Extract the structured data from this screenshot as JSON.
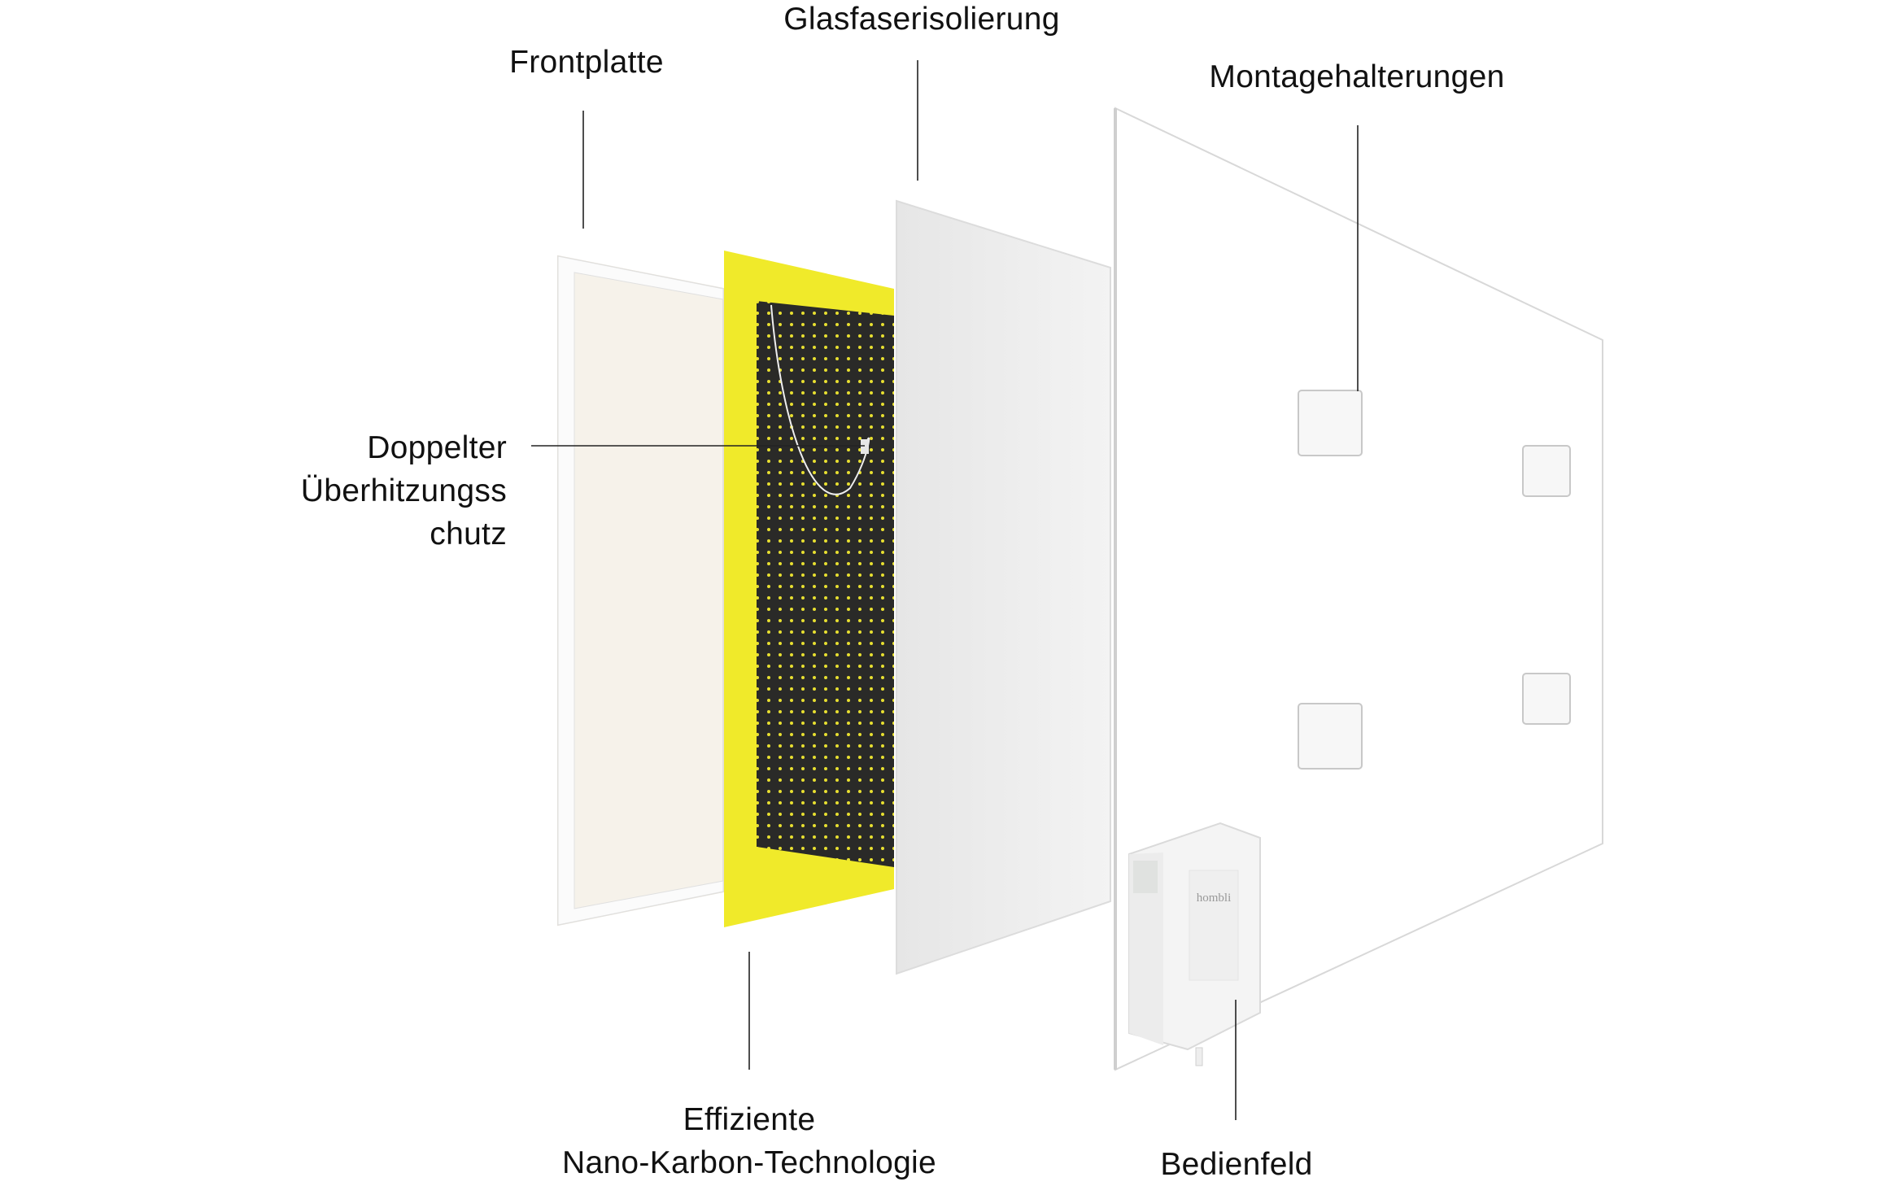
{
  "labels": {
    "front_plate": "Frontplatte",
    "insulation": "Glasfaserisolierung",
    "mounting": "Montagehalterungen",
    "overheat": [
      "Doppelter",
      "Überhitzungss",
      "chutz"
    ],
    "nano_carbon": [
      "Effiziente",
      "Nano-Karbon-Technologie"
    ],
    "control_panel": "Bedienfeld"
  },
  "device": {
    "brand": "hombli"
  },
  "colors": {
    "heating_film_border": "#f0ea2a",
    "heating_film_core": "#2a2a28",
    "heating_dots": "#e8e030",
    "front_plate": "#f6f2ea",
    "insulation": "#ececec",
    "back_panel": "#ffffff",
    "leader_line": "#222222"
  }
}
